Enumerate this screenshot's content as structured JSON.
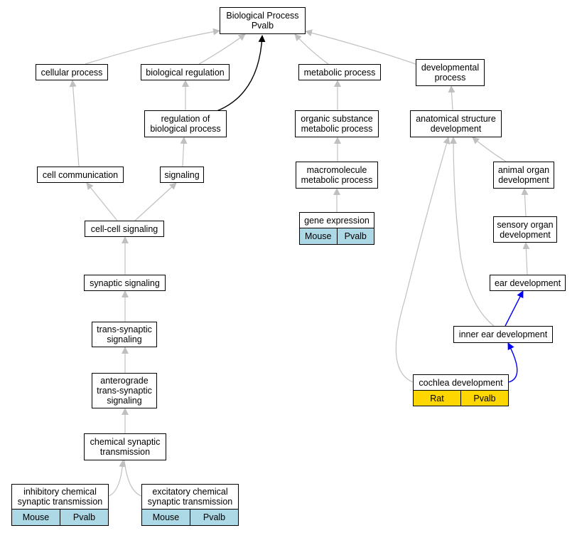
{
  "colors": {
    "edge_default": "#c0c0c0",
    "edge_direct": "#000000",
    "edge_blue": "#0000ff",
    "annot_mouse": "#add8e6",
    "annot_rat": "#ffd700"
  },
  "nodes": {
    "root": "Biological Process\nPvalb",
    "cellular_process": "cellular process",
    "biological_regulation": "biological regulation",
    "metabolic_process": "metabolic process",
    "developmental_process": "developmental\nprocess",
    "regulation_of_biological_process": "regulation of\nbiological process",
    "organic_substance_metabolic_process": "organic substance\nmetabolic process",
    "anatomical_structure_development": "anatomical structure\ndevelopment",
    "cell_communication": "cell communication",
    "signaling": "signaling",
    "macromolecule_metabolic_process": "macromolecule\nmetabolic process",
    "animal_organ_development": "animal organ\ndevelopment",
    "cell_cell_signaling": "cell-cell signaling",
    "gene_expression": "gene expression",
    "sensory_organ_development": "sensory organ\ndevelopment",
    "synaptic_signaling": "synaptic signaling",
    "ear_development": "ear development",
    "trans_synaptic_signaling": "trans-synaptic\nsignaling",
    "inner_ear_development": "inner ear development",
    "anterograde_trans_synaptic_signaling": "anterograde\ntrans-synaptic\nsignaling",
    "cochlea_development": "cochlea development",
    "chemical_synaptic_transmission": "chemical synaptic\ntransmission",
    "inhibitory_chemical_synaptic_transmission": "inhibitory chemical\nsynaptic transmission",
    "excitatory_chemical_synaptic_transmission": "excitatory chemical\nsynaptic transmission"
  },
  "annotations": {
    "gene_expression": {
      "species": "Mouse",
      "gene": "Pvalb"
    },
    "cochlea_development": {
      "species": "Rat",
      "gene": "Pvalb"
    },
    "inhibitory_chemical_synaptic_transmission": {
      "species": "Mouse",
      "gene": "Pvalb"
    },
    "excitatory_chemical_synaptic_transmission": {
      "species": "Mouse",
      "gene": "Pvalb"
    }
  }
}
